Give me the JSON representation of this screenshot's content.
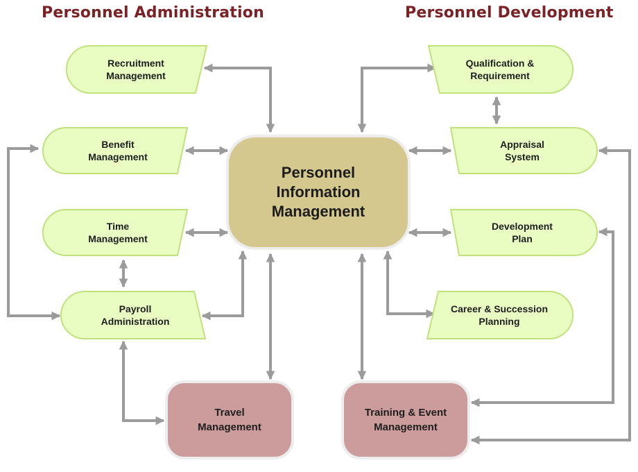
{
  "headings": {
    "left": "Personnel Administration",
    "right": "Personnel Development"
  },
  "colors": {
    "heading": "#7a2226",
    "green_fill": "#e9fcc2",
    "green_stroke": "#bfe27a",
    "center_fill": "#d4c88e",
    "pink_fill": "#cc9b9b",
    "connector": "#9b9b9b",
    "outline": "#e3e3e3"
  },
  "nodes": {
    "center": {
      "line1": "Personnel",
      "line2": "Information",
      "line3": "Management"
    },
    "recruitment": {
      "line1": "Recruitment",
      "line2": "Management"
    },
    "benefit": {
      "line1": "Benefit",
      "line2": "Management"
    },
    "time": {
      "line1": "Time",
      "line2": "Management"
    },
    "payroll": {
      "line1": "Payroll",
      "line2": "Administration"
    },
    "travel": {
      "line1": "Travel",
      "line2": "Management"
    },
    "qualification": {
      "line1": "Qualification &",
      "line2": "Requirement"
    },
    "appraisal": {
      "line1": "Appraisal",
      "line2": "System"
    },
    "development": {
      "line1": "Development",
      "line2": "Plan"
    },
    "career": {
      "line1": "Career & Succession",
      "line2": "Planning"
    },
    "training": {
      "line1": "Training & Event",
      "line2": "Management"
    }
  }
}
